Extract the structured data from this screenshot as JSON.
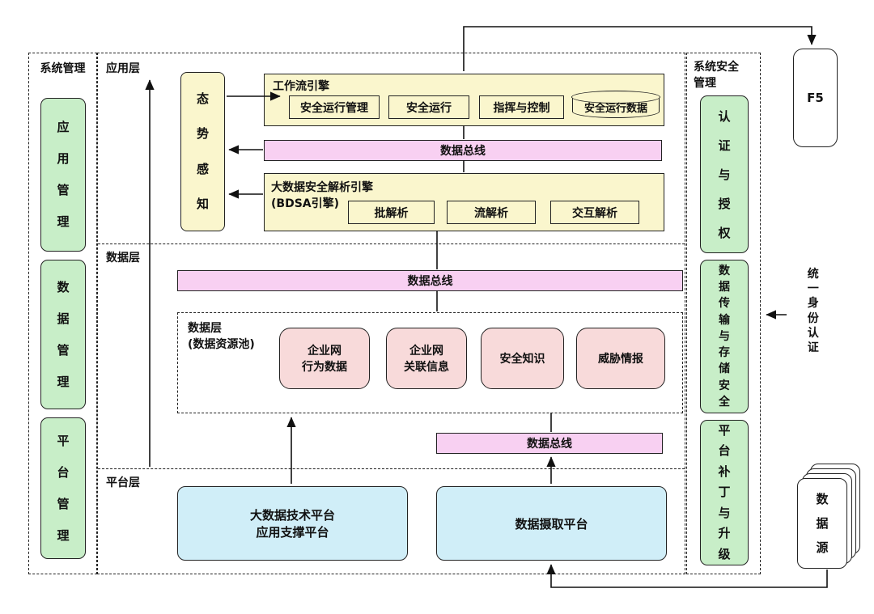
{
  "left_panel": {
    "title": "系统管理",
    "items": [
      "应用管理",
      "数据管理",
      "平台管理"
    ]
  },
  "main": {
    "layer_labels": {
      "application": "应用层",
      "data": "数据层",
      "platform": "平台层"
    },
    "situation_awareness": "态势感知",
    "workflow": {
      "title": "工作流引擎",
      "items": [
        "安全运行管理",
        "安全运行",
        "指挥与控制"
      ],
      "database": "安全运行数据"
    },
    "bus_app": "数据总线",
    "bdsa": {
      "title": "大数据安全解析引擎\n(BDSA引擎)",
      "items": [
        "批解析",
        "流解析",
        "交互解析"
      ]
    },
    "bus_data_top": "数据总线",
    "pool": {
      "title": "数据层\n(数据资源池)",
      "items": [
        "企业网\n行为数据",
        "企业网\n关联信息",
        "安全知识",
        "威胁情报"
      ]
    },
    "bus_data_bottom": "数据总线",
    "platform_boxes": [
      "大数据技术平台\n应用支撑平台",
      "数据摄取平台"
    ]
  },
  "right_panel": {
    "title": "系统安全\n管理",
    "items": [
      "认证与授权",
      "数据传输与存储安全",
      "平台补丁与升级"
    ]
  },
  "external": {
    "f5_label": "F5",
    "identity_label": "统一身份认证",
    "datasource_label": "数据源"
  },
  "colors": {
    "green": "#c8eec8",
    "yellow": "#faf6cd",
    "pink": "#f8d0f2",
    "salmon": "#f8dada",
    "cyan": "#d0eef8",
    "line": "#111111"
  }
}
